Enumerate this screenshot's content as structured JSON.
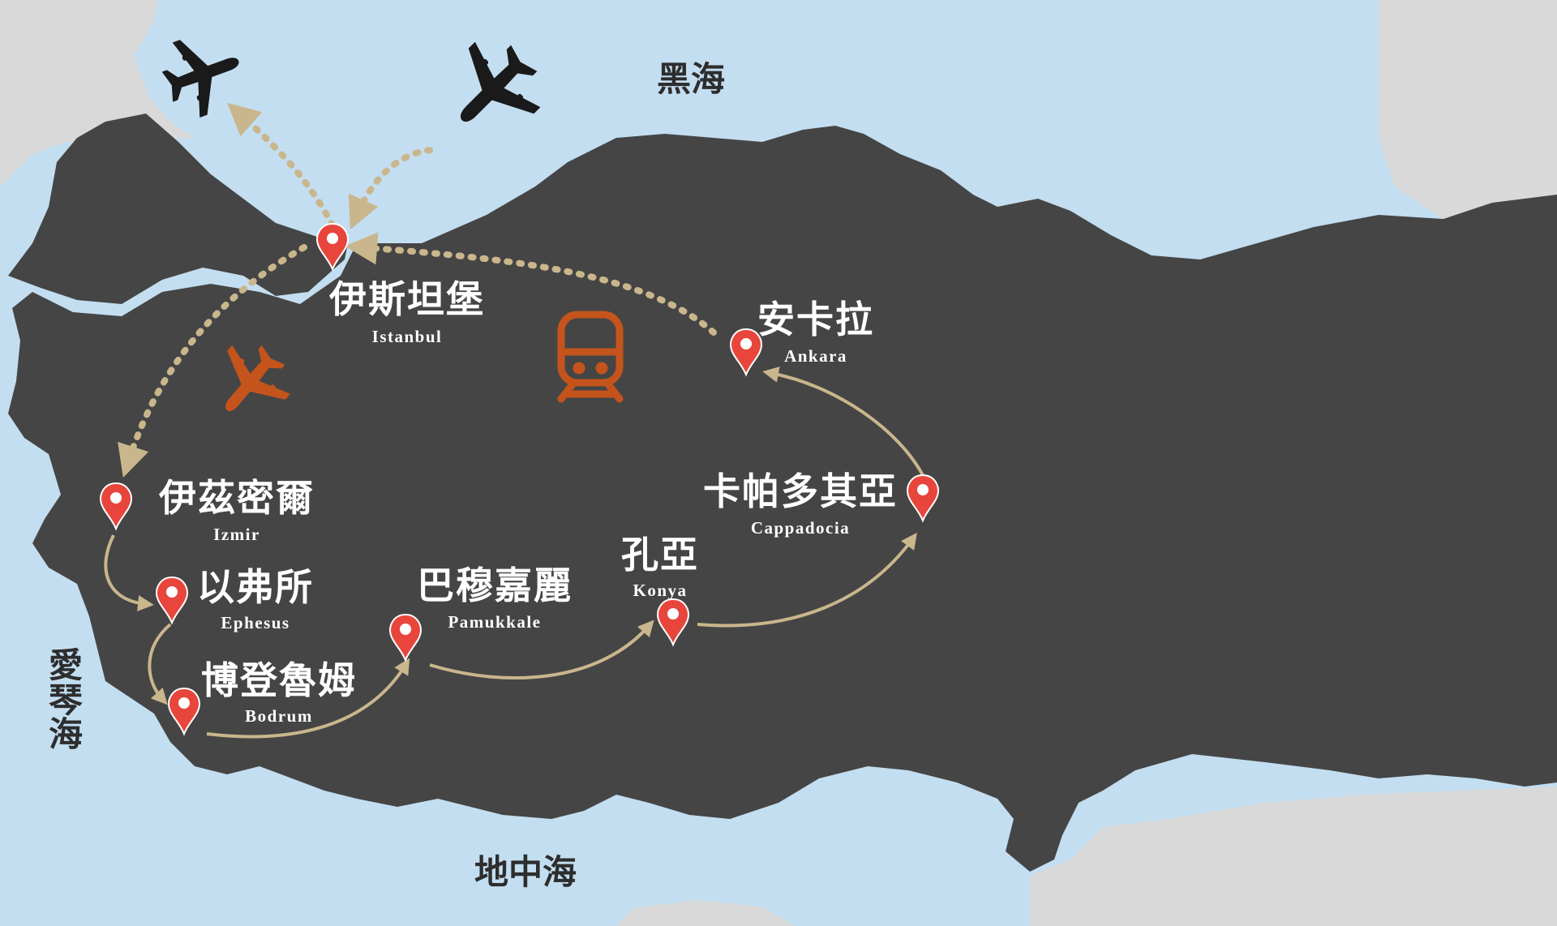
{
  "map": {
    "seas": {
      "black_sea": "黑海",
      "mediterranean": "地中海",
      "aegean": "愛琴海"
    },
    "cities": [
      {
        "id": "istanbul",
        "zh": "伊斯坦堡",
        "en": "Istanbul"
      },
      {
        "id": "ankara",
        "zh": "安卡拉",
        "en": "Ankara"
      },
      {
        "id": "izmir",
        "zh": "伊茲密爾",
        "en": "Izmir"
      },
      {
        "id": "ephesus",
        "zh": "以弗所",
        "en": "Ephesus"
      },
      {
        "id": "bodrum",
        "zh": "博登魯姆",
        "en": "Bodrum"
      },
      {
        "id": "pamukkale",
        "zh": "巴穆嘉麗",
        "en": "Pamukkale"
      },
      {
        "id": "konya",
        "zh": "孔亞",
        "en": "Konya"
      },
      {
        "id": "cappadocia",
        "zh": "卡帕多其亞",
        "en": "Cappadocia"
      }
    ],
    "route_order": [
      "izmir",
      "ephesus",
      "bodrum",
      "pamukkale",
      "konya",
      "cappadocia",
      "ankara",
      "istanbul"
    ],
    "icons": {
      "plane": "airplane-icon",
      "train": "train-icon",
      "pin": "location-pin-icon"
    },
    "colors": {
      "sea": "#c3def0",
      "land_turkey": "#454545",
      "land_other": "#d9d9d9",
      "route": "#c9b68c",
      "pin": "#e8453c",
      "plane_dark": "#1a1a1a",
      "plane_accent": "#c4541c",
      "train": "#c4541c"
    }
  }
}
